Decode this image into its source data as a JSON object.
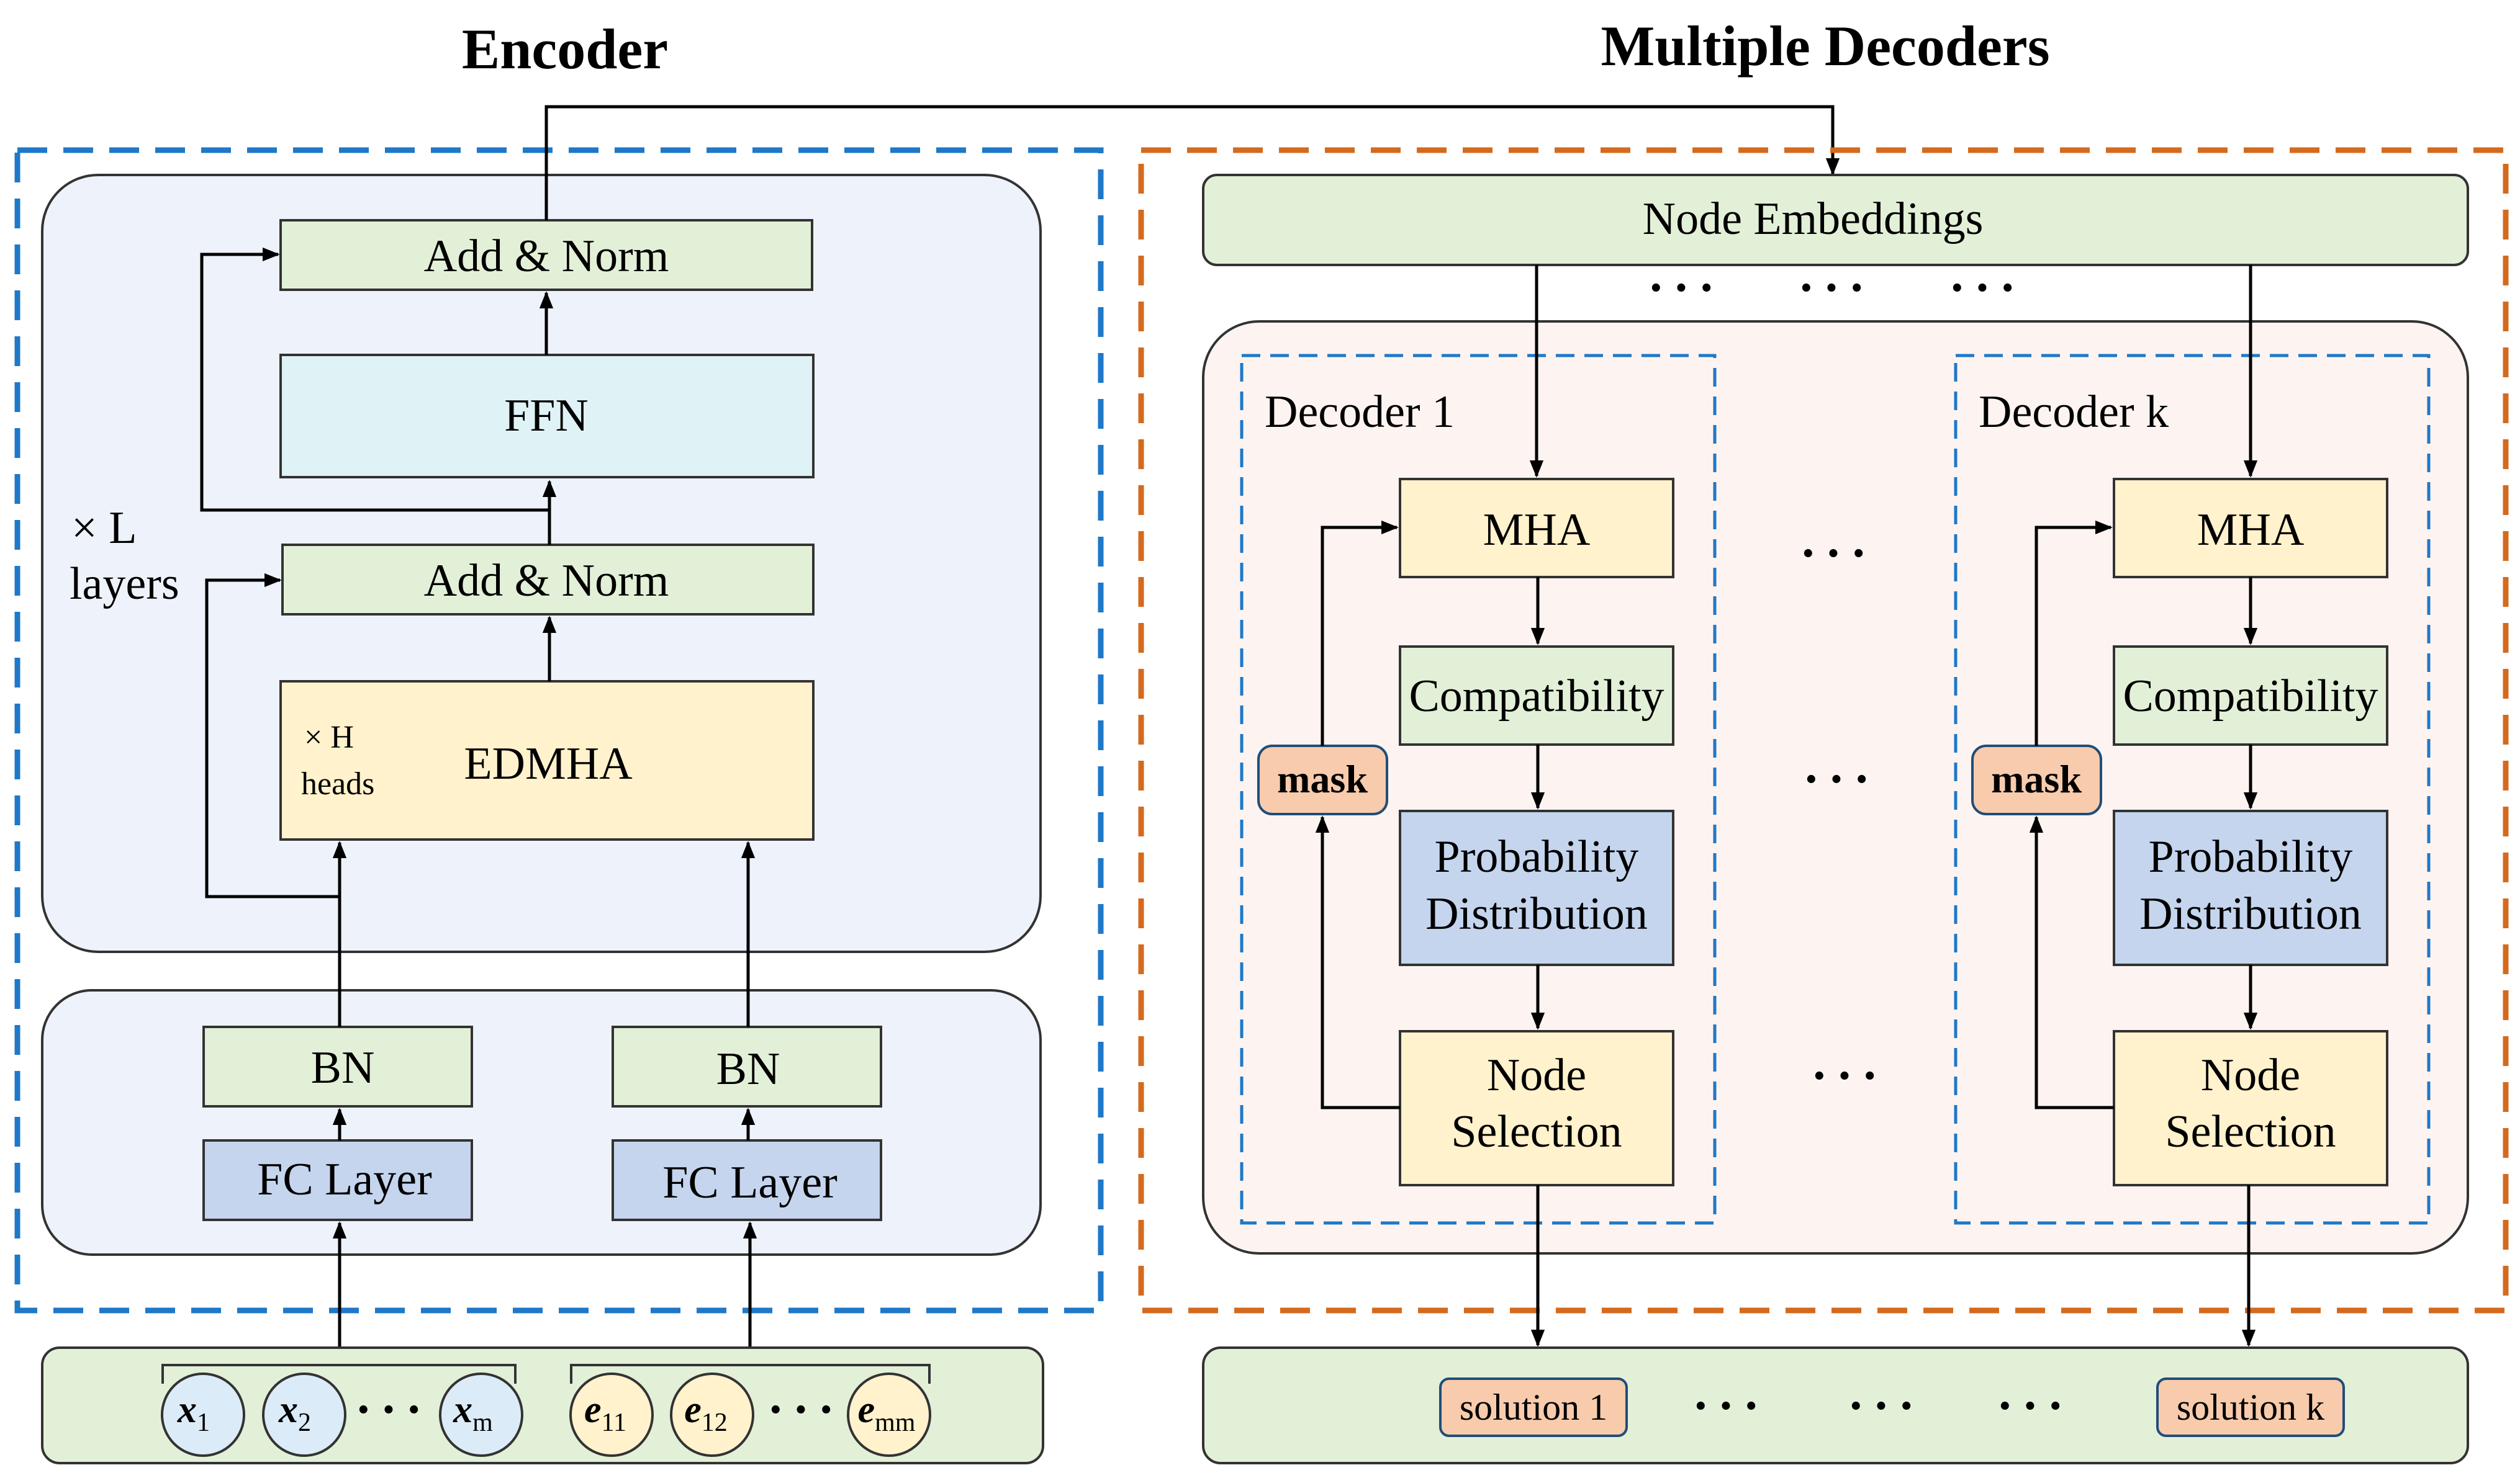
{
  "titles": {
    "encoder": "Encoder",
    "decoders": "Multiple Decoders"
  },
  "encoder": {
    "add_norm": "Add & Norm",
    "ffn": "FFN",
    "edmha": "EDMHA",
    "heads_line1": "× H",
    "heads_line2": "heads",
    "layers_line1": "× L",
    "layers_line2": "layers",
    "bn": "BN",
    "fc_layer": "FC Layer"
  },
  "inputs": {
    "nodes": [
      {
        "base": "x",
        "sub": "1"
      },
      {
        "base": "x",
        "sub": "2"
      },
      {
        "base": "x",
        "sub": "m"
      }
    ],
    "edges": [
      {
        "base": "e",
        "sub": "11"
      },
      {
        "base": "e",
        "sub": "12"
      },
      {
        "base": "e",
        "sub": "mm"
      }
    ],
    "ellipsis": "···"
  },
  "decoder": {
    "node_embeddings": "Node Embeddings",
    "decoder_1": "Decoder 1",
    "decoder_k": "Decoder k",
    "mha": "MHA",
    "compatibility": "Compatibility",
    "prob_line1": "Probability",
    "prob_line2": "Distribution",
    "node_sel_line1": "Node",
    "node_sel_line2": "Selection",
    "mask": "mask",
    "ellipsis": "···"
  },
  "solutions": {
    "first": "solution 1",
    "last": "solution k"
  },
  "colors": {
    "encoder_dash": "#1f78c8",
    "decoder_dash": "#d46a1e",
    "panel_blue": "#eef3fb",
    "panel_pink": "#fdf4f1",
    "green": "#e3f0d8",
    "cyan": "#dff3f7",
    "yellow": "#fff2cc",
    "lavender": "#c5d5ee",
    "orange": "#f8cbad",
    "circle_blue": "#dcebf8",
    "circle_yellow": "#fff2cc"
  }
}
